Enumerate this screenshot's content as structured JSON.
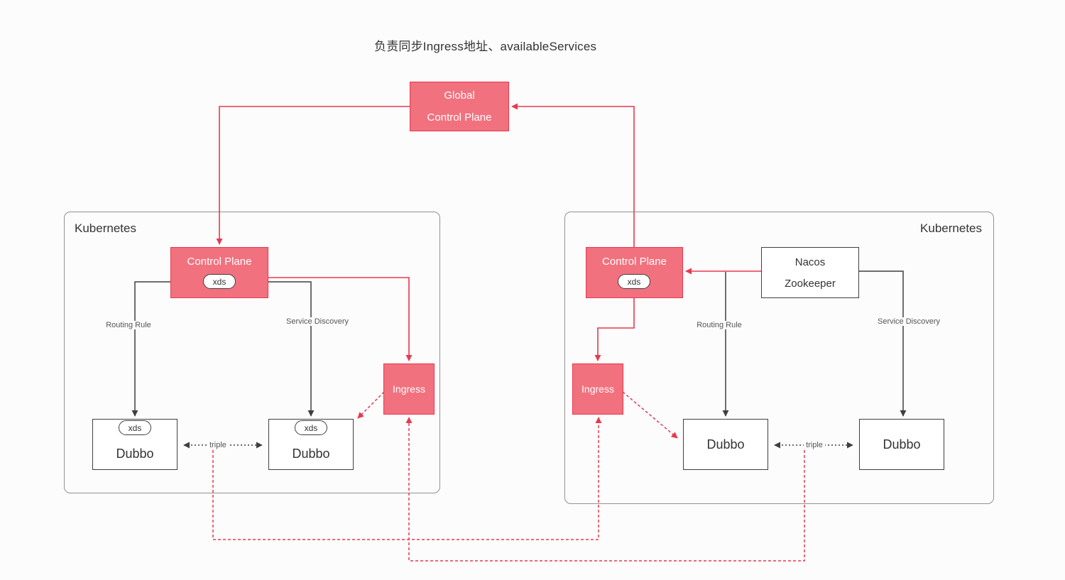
{
  "title": "负责同步Ingress地址、availableServices",
  "global_control_plane": {
    "line1": "Global",
    "line2": "Control Plane"
  },
  "left_cluster": {
    "label": "Kubernetes",
    "control_plane": "Control Plane",
    "xds": "xds",
    "ingress": "Ingress",
    "dubbo1": "Dubbo",
    "dubbo2": "Dubbo",
    "routing_rule": "Routing Rule",
    "service_discovery": "Service Discovery",
    "triple": "triple"
  },
  "right_cluster": {
    "label": "Kubernetes",
    "control_plane": "Control Plane",
    "xds": "xds",
    "registry_line1": "Nacos",
    "registry_line2": "Zookeeper",
    "ingress": "Ingress",
    "dubbo1": "Dubbo",
    "dubbo2": "Dubbo",
    "routing_rule": "Routing Rule",
    "service_discovery": "Service Discovery",
    "triple": "triple"
  },
  "colors": {
    "accent_fill": "#f2717e",
    "accent_border": "#e8384f",
    "line_red": "#e8384f",
    "line_dark": "#3f3f3f",
    "node_border": "#3f3f3f",
    "container_border": "#919191",
    "text_light": "#ffffff",
    "text_dark": "#333333",
    "label_gray": "#555555",
    "background": "#fcfcfc"
  }
}
